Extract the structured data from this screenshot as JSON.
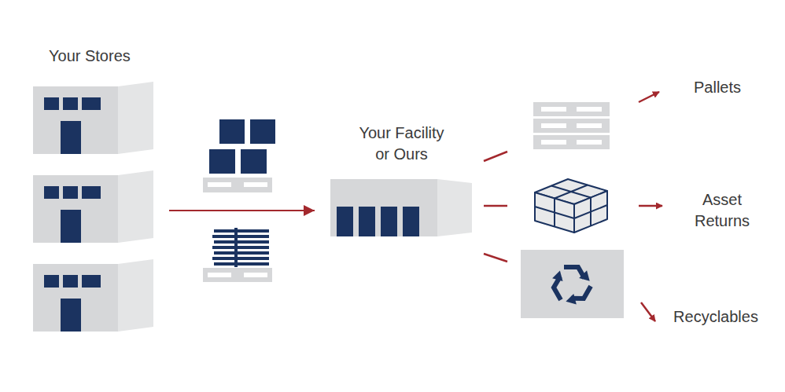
{
  "diagram": {
    "nodes": [
      {
        "text": [
          "Your Stores"
        ]
      },
      {
        "text": [
          "Your Facility or Ours"
        ]
      },
      {
        "text": [
          "Pallets"
        ]
      },
      {
        "text": [
          "Asset Returns"
        ]
      },
      {
        "text": [
          "Recyclables"
        ]
      }
    ],
    "edges": [
      {
        "from": 0,
        "to": 1,
        "arrow": "to"
      },
      {
        "from": 1,
        "to": 2,
        "arrow": "none"
      },
      {
        "from": 1,
        "to": 3,
        "arrow": "none"
      },
      {
        "from": 1,
        "to": 4,
        "arrow": "none"
      }
    ]
  }
}
